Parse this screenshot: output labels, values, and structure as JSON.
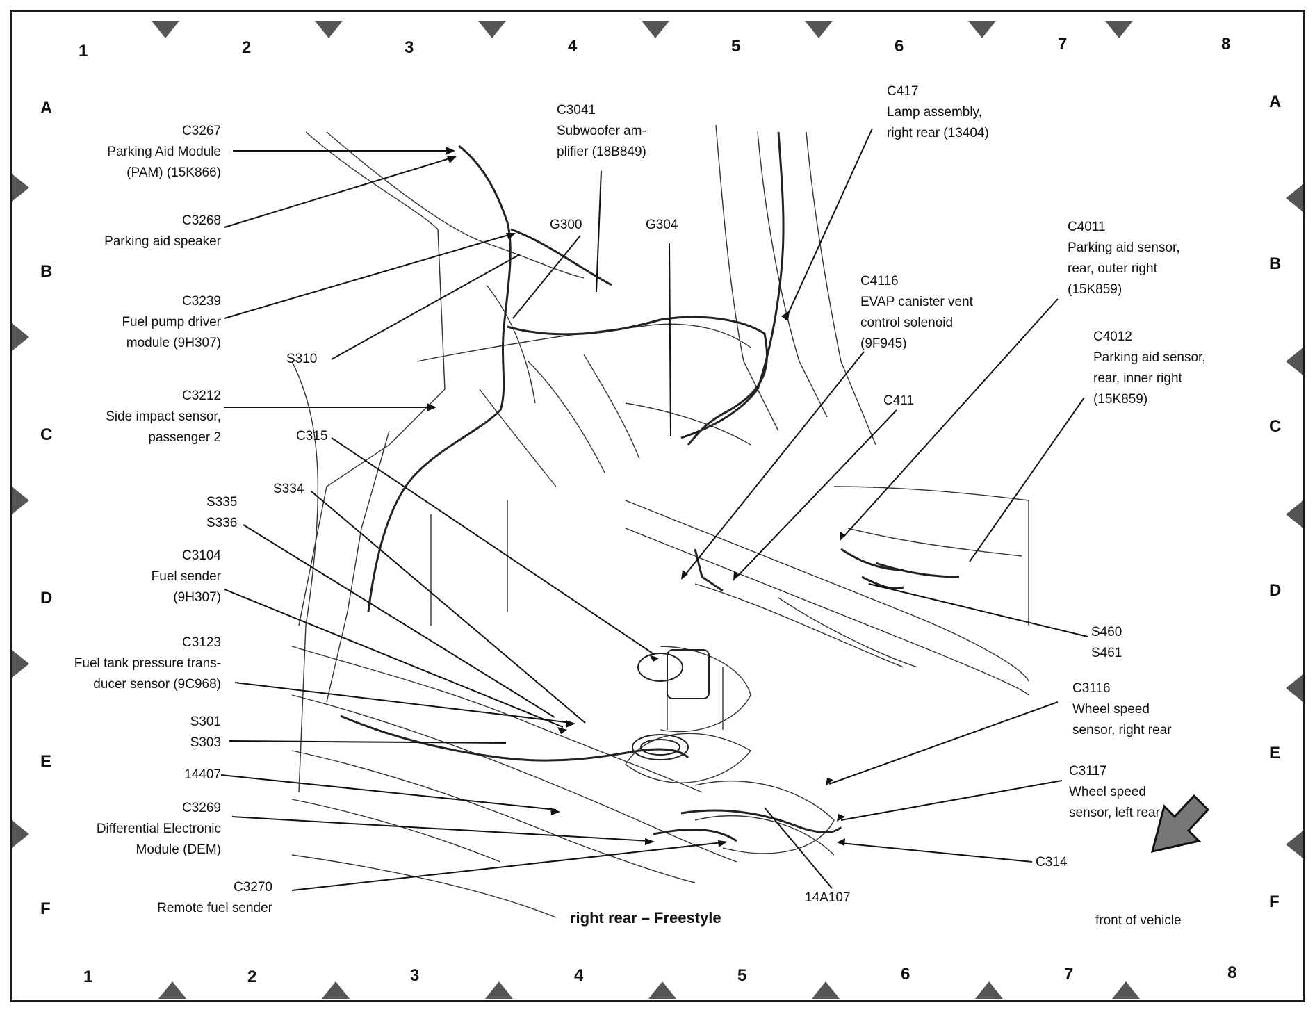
{
  "caption": "right rear – Freestyle",
  "direction_label": "front of vehicle",
  "grid": {
    "columns": [
      "1",
      "2",
      "3",
      "4",
      "5",
      "6",
      "7",
      "8"
    ],
    "rows": [
      "A",
      "B",
      "C",
      "D",
      "E",
      "F"
    ]
  },
  "callouts": {
    "c3267": {
      "id": "C3267",
      "line1": "Parking Aid Module",
      "line2": "(PAM) (15K866)"
    },
    "c3268": {
      "id": "C3268",
      "line1": "Parking aid speaker"
    },
    "c3239": {
      "id": "C3239",
      "line1": "Fuel pump driver",
      "line2": "module (9H307)"
    },
    "s310": {
      "id": "S310"
    },
    "c3212": {
      "id": "C3212",
      "line1": "Side impact sensor,",
      "line2": "passenger 2"
    },
    "c315": {
      "id": "C315"
    },
    "s334": {
      "id": "S334"
    },
    "s335": {
      "id": "S335",
      "id2": "S336"
    },
    "c3104": {
      "id": "C3104",
      "line1": "Fuel sender",
      "line2": "(9H307)"
    },
    "c3123": {
      "id": "C3123",
      "line1": "Fuel tank pressure trans-",
      "line2": "ducer sensor (9C968)"
    },
    "s301": {
      "id": "S301",
      "id2": "S303"
    },
    "n14407": {
      "id": "14407"
    },
    "c3269": {
      "id": "C3269",
      "line1": "Differential Electronic",
      "line2": "Module (DEM)"
    },
    "c3270": {
      "id": "C3270",
      "line1": "Remote fuel sender"
    },
    "c3041": {
      "id": "C3041",
      "line1": "Subwoofer am-",
      "line2": "plifier (18B849)"
    },
    "g300": {
      "id": "G300"
    },
    "g304": {
      "id": "G304"
    },
    "c417": {
      "id": "C417",
      "line1": "Lamp assembly,",
      "line2": "right rear (13404)"
    },
    "c4116": {
      "id": "C4116",
      "line1": "EVAP canister vent",
      "line2": "control solenoid",
      "line3": "(9F945)"
    },
    "c411": {
      "id": "C411"
    },
    "c4011": {
      "id": "C4011",
      "line1": "Parking aid sensor,",
      "line2": "rear, outer right",
      "line3": "(15K859)"
    },
    "c4012": {
      "id": "C4012",
      "line1": "Parking aid sensor,",
      "line2": "rear, inner right",
      "line3": "(15K859)"
    },
    "s460": {
      "id": "S460",
      "id2": "S461"
    },
    "c3116": {
      "id": "C3116",
      "line1": "Wheel speed",
      "line2": "sensor, right rear"
    },
    "c3117": {
      "id": "C3117",
      "line1": "Wheel speed",
      "line2": "sensor, left rear"
    },
    "c314": {
      "id": "C314"
    },
    "n14a107": {
      "id": "14A107"
    }
  }
}
